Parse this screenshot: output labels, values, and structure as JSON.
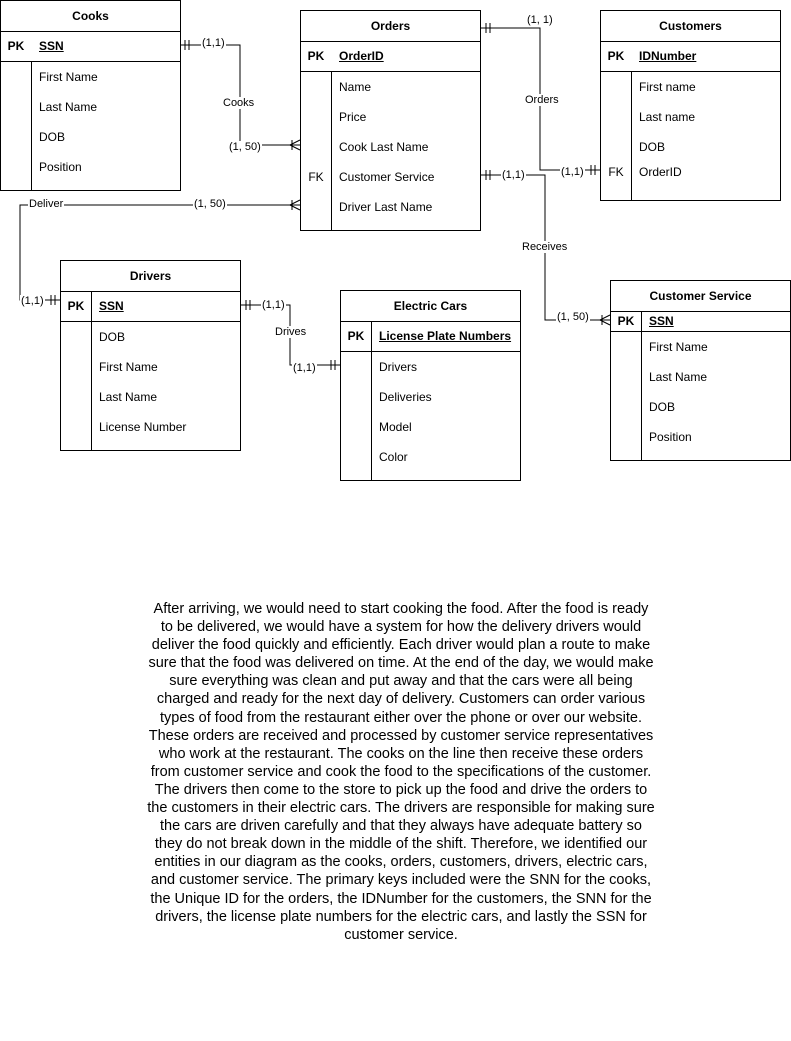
{
  "entities": {
    "cooks": {
      "title": "Cooks",
      "pk_label": "PK",
      "key": "SSN",
      "attributes": [
        "First Name",
        "Last Name",
        "DOB",
        "Position"
      ]
    },
    "orders": {
      "title": "Orders",
      "pk_label": "PK",
      "key": "OrderID",
      "attributes": [
        "Name",
        "Price",
        "Cook Last Name",
        "Customer Service",
        "Driver Last Name"
      ],
      "fk_label": "FK"
    },
    "customers": {
      "title": "Customers",
      "pk_label": "PK",
      "key": "IDNumber",
      "attributes": [
        "First name",
        "Last name",
        "DOB",
        "OrderID"
      ],
      "fk_label": "FK"
    },
    "drivers": {
      "title": "Drivers",
      "pk_label": "PK",
      "key": "SSN",
      "attributes": [
        "DOB",
        "First Name",
        "Last Name",
        "License Number"
      ]
    },
    "electric_cars": {
      "title": "Electric Cars",
      "pk_label": "PK",
      "key": "License Plate Numbers",
      "attributes": [
        "Drivers",
        "Deliveries",
        "Model",
        "Color"
      ]
    },
    "customer_service": {
      "title": "Customer Service",
      "pk_label": "PK",
      "key": "SSN",
      "attributes": [
        "First Name",
        "Last Name",
        "DOB",
        "Position"
      ]
    }
  },
  "relationships": {
    "cooks": {
      "label": "Cooks",
      "card_a": "(1,1)",
      "card_b": "(1, 50)"
    },
    "orders": {
      "label": "Orders",
      "card_a": "(1, 1)",
      "card_b": "(1,1)"
    },
    "deliver": {
      "label": "Deliver",
      "card_a": "(1, 50)",
      "card_b": "(1,1)"
    },
    "receives": {
      "label": "Receives",
      "card_a": "(1,1)",
      "card_b": "(1, 50)"
    },
    "drives": {
      "label": "Drives",
      "card_a": "(1,1)",
      "card_b": "(1,1)"
    }
  },
  "description": "After arriving, we would need to start cooking the food. After the food is ready to be delivered, we would have a system for how the delivery drivers would deliver the food quickly and efficiently. Each driver would plan a route to make sure that the food was delivered on time. At the end of the day, we would make sure everything was clean and put away and that the cars were all being charged and ready for the next day of delivery. Customers can order various types of food from the restaurant either over the phone or over our website. These orders are received and processed by customer service representatives who work at the restaurant. The cooks on the line then receive these orders from customer service and cook the food to the specifications of the customer. The drivers then come to the store to pick up the food and drive the orders to the customers in their electric cars. The drivers are responsible for making sure the cars are driven carefully and that they always have adequate battery so they do not break down in the middle of the shift. Therefore, we identified our entities in our diagram as the cooks, orders, customers, drivers, electric cars, and customer service. The primary keys included were the SNN for the cooks, the Unique ID for the orders, the IDNumber for the customers, the SNN for the drivers, the license plate numbers for the electric cars, and lastly the SSN for customer service."
}
